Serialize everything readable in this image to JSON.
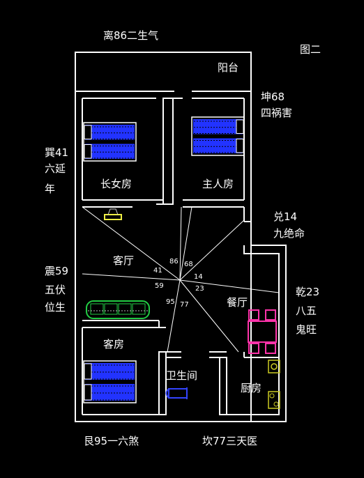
{
  "title": "图二",
  "colors": {
    "background": "#000000",
    "wall": "#ffffff",
    "bed": "#2233ff",
    "table": "#ff33aa",
    "sofa": "#22cc44",
    "toilet": "#3344ff",
    "stove": "#cccc22",
    "lamp": "#eeee44"
  },
  "rooms": {
    "balcony": "阳台",
    "eldest_daughter_room": "长女房",
    "master_room": "主人房",
    "living_room": "客厅",
    "dining_room": "餐厅",
    "guest_room": "客房",
    "bathroom": "卫生间",
    "kitchen": "厨房"
  },
  "directions": {
    "south": "离86二生气",
    "southwest_line1": "坤68",
    "southwest_line2": "四祸害",
    "southeast_line1": "巽41",
    "southeast_line2": "六延",
    "southeast_line3": "年",
    "west_line1": "兑14",
    "west_line2": "九绝命",
    "east_line1": "震59",
    "east_line2": "五伏",
    "east_line3": "位生",
    "northwest_line1": "乾23",
    "northwest_line2": "八五",
    "northwest_line3": "鬼旺",
    "northeast": "艮95一六煞",
    "north": "坎77三天医"
  },
  "center_numbers": {
    "n86": "86",
    "n68": "68",
    "n41": "41",
    "n14": "14",
    "n59": "59",
    "n23": "23",
    "n95": "95",
    "n77": "77"
  }
}
